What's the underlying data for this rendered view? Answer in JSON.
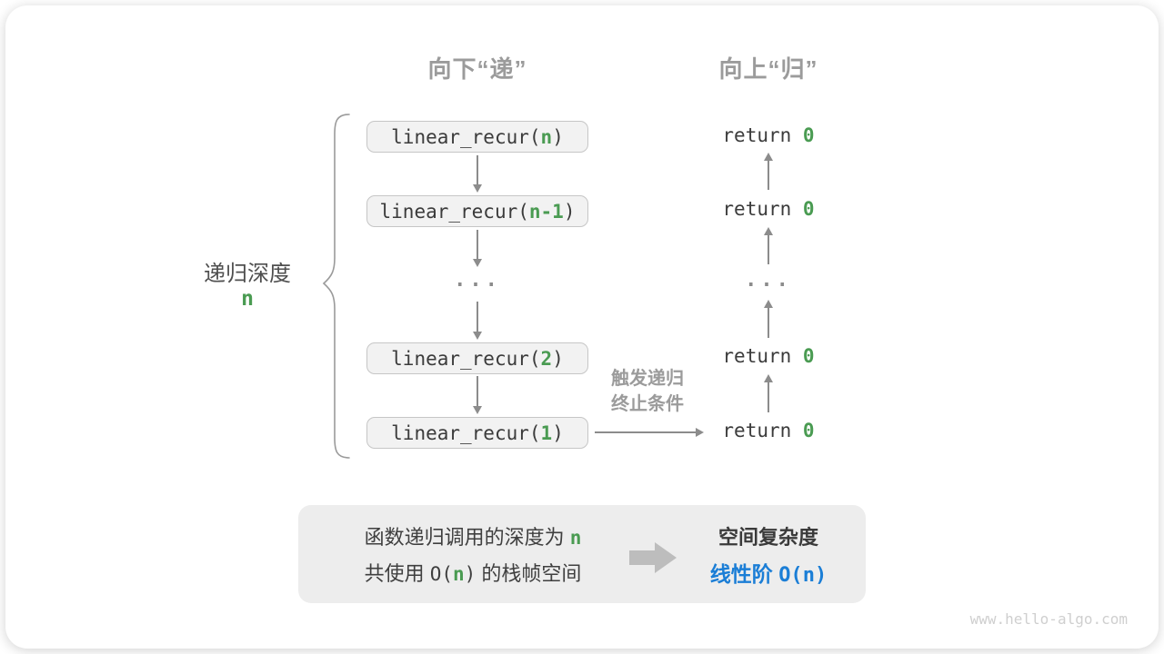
{
  "headers": {
    "down": "向下“递”",
    "up": "向上“归”"
  },
  "depth": {
    "label": "递归深度",
    "value": "n"
  },
  "calls": [
    {
      "pre": "linear_recur(",
      "arg": "n",
      "post": ")"
    },
    {
      "pre": "linear_recur(",
      "arg": "n-1",
      "post": ")"
    },
    {
      "pre": "linear_recur(",
      "arg": "2",
      "post": ")"
    },
    {
      "pre": "linear_recur(",
      "arg": "1",
      "post": ")"
    }
  ],
  "returns": [
    {
      "keyword": "return ",
      "value": "0"
    },
    {
      "keyword": "return ",
      "value": "0"
    },
    {
      "keyword": "return ",
      "value": "0"
    },
    {
      "keyword": "return ",
      "value": "0"
    }
  ],
  "ellipsis": "...",
  "trigger": {
    "line1": "触发递归",
    "line2": "终止条件"
  },
  "summary": {
    "left": {
      "l1_text": "函数递归调用的深度为 ",
      "l1_var": "n",
      "l2_pre": "共使用 ",
      "l2_o": "O(",
      "l2_var": "n",
      "l2_close": ")",
      "l2_post": " 的栈帧空间"
    },
    "right": {
      "title": "空间复杂度",
      "result_label": "线性阶 ",
      "result_code_o": "O(",
      "result_code_var": "n",
      "result_code_close": ")"
    }
  },
  "watermark": "www.hello-algo.com",
  "colors": {
    "green": "#4a9b52",
    "blue": "#1b7ed6",
    "gray_label": "#9b9b9b",
    "arrow": "#8c8c8c",
    "box_bg": "#f2f2f2"
  }
}
